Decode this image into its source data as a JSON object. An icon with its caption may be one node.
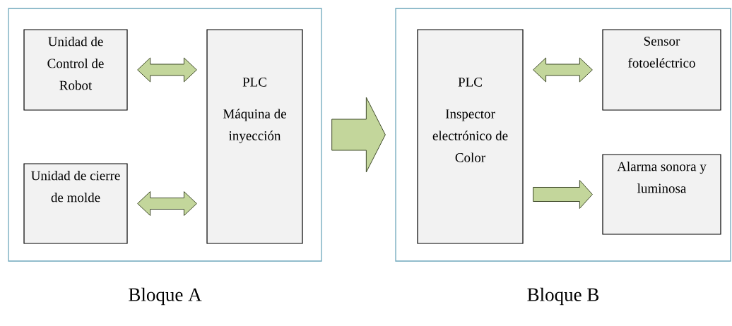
{
  "diagram": {
    "nodes": [
      {
        "text": [
          "Bloque A"
        ]
      },
      {
        "text": [
          "Unidad de Control de Robot"
        ],
        "in": 0
      },
      {
        "text": [
          "Unidad de cierre de molde"
        ],
        "in": 0
      },
      {
        "text": [
          "PLC",
          "Máquina de inyección"
        ],
        "in": 0
      },
      {
        "text": [
          "Bloque B"
        ]
      },
      {
        "text": [
          "PLC",
          "Inspector electrónico de Color"
        ],
        "in": 4
      },
      {
        "text": [
          "Sensor fotoeléctrico"
        ],
        "in": 4
      },
      {
        "text": [
          "Alarma sonora y luminosa"
        ],
        "in": 4
      }
    ],
    "edges": [
      {
        "from": 1,
        "to": 3,
        "arrow": "both"
      },
      {
        "from": 2,
        "to": 3,
        "arrow": "both"
      },
      {
        "from": 0,
        "to": 4,
        "arrow": "to"
      },
      {
        "from": 5,
        "to": 6,
        "arrow": "both"
      },
      {
        "from": 5,
        "to": 7,
        "arrow": "to"
      }
    ]
  }
}
